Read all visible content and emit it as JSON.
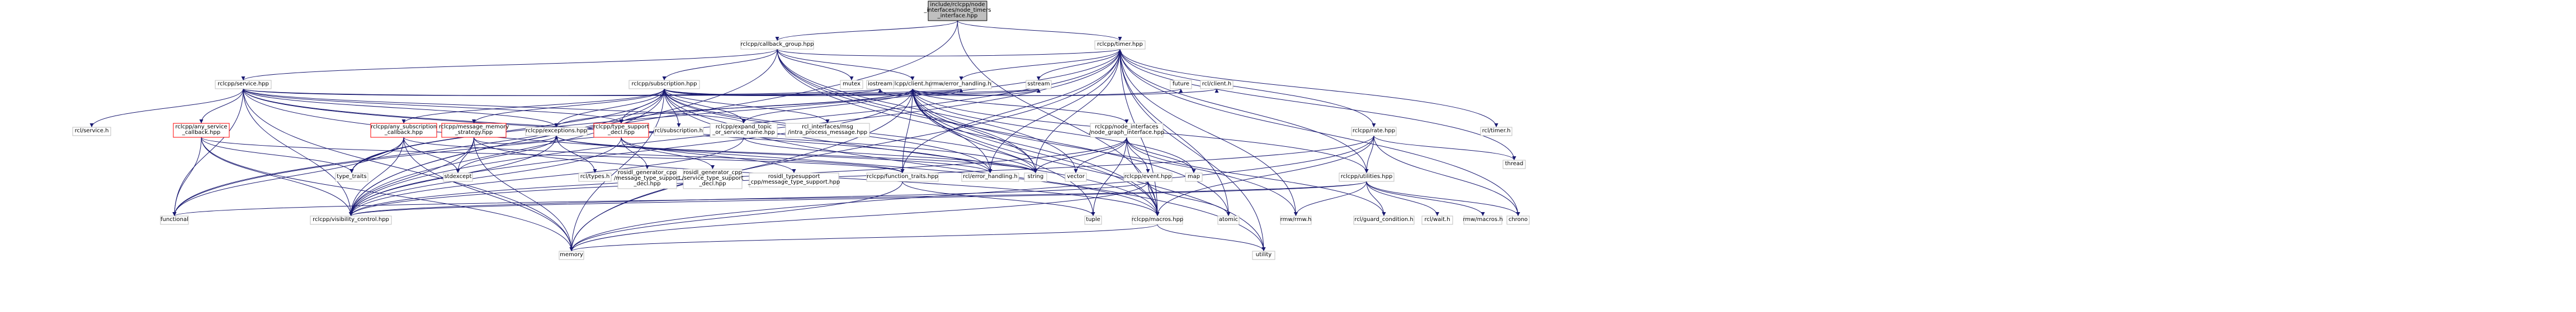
{
  "colors": {
    "node_fill": "#ffffff",
    "node_border": "#bfbfbf",
    "root_fill": "#bfbfbf",
    "root_border": "#000000",
    "link_border": "#ff0000",
    "edge": "#191970",
    "text": "#000000"
  },
  "nodes": [
    {
      "id": "root",
      "label": [
        "include/rclcpp/node",
        "_interfaces/node_timers",
        "_interface.hpp"
      ],
      "style": "root"
    },
    {
      "id": "callback_group",
      "label": [
        "rclcpp/callback_group.hpp"
      ],
      "style": "plain"
    },
    {
      "id": "timer",
      "label": [
        "rclcpp/timer.hpp"
      ],
      "style": "plain"
    },
    {
      "id": "service",
      "label": [
        "rclcpp/service.hpp"
      ],
      "style": "plain"
    },
    {
      "id": "subscription",
      "label": [
        "rclcpp/subscription.hpp"
      ],
      "style": "plain"
    },
    {
      "id": "client",
      "label": [
        "rclcpp/client.hpp"
      ],
      "style": "plain"
    },
    {
      "id": "mutex",
      "label": [
        "mutex"
      ],
      "style": "plain"
    },
    {
      "id": "rcl_service",
      "label": [
        "rcl/service.h"
      ],
      "style": "plain"
    },
    {
      "id": "any_service_callback",
      "label": [
        "rclcpp/any_service",
        "_callback.hpp"
      ],
      "style": "link"
    },
    {
      "id": "any_subscription_callback",
      "label": [
        "rclcpp/any_subscription",
        "_callback.hpp"
      ],
      "style": "link"
    },
    {
      "id": "message_memory_strategy",
      "label": [
        "rclcpp/message_memory",
        "_strategy.hpp"
      ],
      "style": "link"
    },
    {
      "id": "exceptions",
      "label": [
        "rclcpp/exceptions.hpp"
      ],
      "style": "plain"
    },
    {
      "id": "type_support_decl",
      "label": [
        "rclcpp/type_support",
        "_decl.hpp"
      ],
      "style": "link"
    },
    {
      "id": "rcl_subscription",
      "label": [
        "rcl/subscription.h"
      ],
      "style": "plain"
    },
    {
      "id": "expand_topic",
      "label": [
        "rclcpp/expand_topic",
        "_or_service_name.hpp"
      ],
      "style": "plain"
    },
    {
      "id": "intra_process_message",
      "label": [
        "rcl_interfaces/msg",
        "/intra_process_message.hpp"
      ],
      "style": "plain"
    },
    {
      "id": "iostream",
      "label": [
        "iostream"
      ],
      "style": "plain"
    },
    {
      "id": "rmw_error_handling",
      "label": [
        "rmw/error_handling.h"
      ],
      "style": "plain"
    },
    {
      "id": "sstream",
      "label": [
        "sstream"
      ],
      "style": "plain"
    },
    {
      "id": "node_graph_interface",
      "label": [
        "rclcpp/node_interfaces",
        "/node_graph_interface.hpp"
      ],
      "style": "plain"
    },
    {
      "id": "future",
      "label": [
        "future"
      ],
      "style": "plain"
    },
    {
      "id": "rcl_client",
      "label": [
        "rcl/client.h"
      ],
      "style": "plain"
    },
    {
      "id": "rate",
      "label": [
        "rclcpp/rate.hpp"
      ],
      "style": "plain"
    },
    {
      "id": "rcl_timer",
      "label": [
        "rcl/timer.h"
      ],
      "style": "plain"
    },
    {
      "id": "thread",
      "label": [
        "thread"
      ],
      "style": "plain"
    },
    {
      "id": "rcl_types",
      "label": [
        "rcl/types.h"
      ],
      "style": "plain"
    },
    {
      "id": "rosidl_gen_msg",
      "label": [
        "rosidl_generator_cpp",
        "/message_type_support",
        "_decl.hpp"
      ],
      "style": "plain"
    },
    {
      "id": "rosidl_gen_srv",
      "label": [
        "rosidl_generator_cpp",
        "/service_type_support",
        "_decl.hpp"
      ],
      "style": "plain"
    },
    {
      "id": "rosidl_typesupport",
      "label": [
        "rosidl_typesupport",
        "_cpp/message_type_support.hpp"
      ],
      "style": "plain"
    },
    {
      "id": "function_traits",
      "label": [
        "rclcpp/function_traits.hpp"
      ],
      "style": "plain"
    },
    {
      "id": "rcl_error_handling",
      "label": [
        "rcl/error_handling.h"
      ],
      "style": "plain"
    },
    {
      "id": "string",
      "label": [
        "string"
      ],
      "style": "plain"
    },
    {
      "id": "type_traits",
      "label": [
        "type_traits"
      ],
      "style": "plain"
    },
    {
      "id": "stdexcept",
      "label": [
        "stdexcept"
      ],
      "style": "plain"
    },
    {
      "id": "event",
      "label": [
        "rclcpp/event.hpp"
      ],
      "style": "plain"
    },
    {
      "id": "vector",
      "label": [
        "vector"
      ],
      "style": "plain"
    },
    {
      "id": "map",
      "label": [
        "map"
      ],
      "style": "plain"
    },
    {
      "id": "utilities",
      "label": [
        "rclcpp/utilities.hpp"
      ],
      "style": "plain"
    },
    {
      "id": "functional",
      "label": [
        "functional"
      ],
      "style": "plain"
    },
    {
      "id": "visibility_control",
      "label": [
        "rclcpp/visibility_control.hpp"
      ],
      "style": "plain"
    },
    {
      "id": "tuple",
      "label": [
        "tuple"
      ],
      "style": "plain"
    },
    {
      "id": "macros",
      "label": [
        "rclcpp/macros.hpp"
      ],
      "style": "plain"
    },
    {
      "id": "atomic",
      "label": [
        "atomic"
      ],
      "style": "plain"
    },
    {
      "id": "rmw_rmw",
      "label": [
        "rmw/rmw.h"
      ],
      "style": "plain"
    },
    {
      "id": "guard_condition",
      "label": [
        "rcl/guard_condition.h"
      ],
      "style": "plain"
    },
    {
      "id": "rcl_wait",
      "label": [
        "rcl/wait.h"
      ],
      "style": "plain"
    },
    {
      "id": "rmw_macros",
      "label": [
        "rmw/macros.h"
      ],
      "style": "plain"
    },
    {
      "id": "chrono",
      "label": [
        "chrono"
      ],
      "style": "plain"
    },
    {
      "id": "memory",
      "label": [
        "memory"
      ],
      "style": "plain"
    },
    {
      "id": "utility",
      "label": [
        "utility"
      ],
      "style": "plain"
    }
  ],
  "edges": [
    [
      "root",
      "callback_group"
    ],
    [
      "root",
      "timer"
    ],
    [
      "root",
      "visibility_control"
    ],
    [
      "root",
      "macros"
    ],
    [
      "callback_group",
      "service"
    ],
    [
      "callback_group",
      "subscription"
    ],
    [
      "callback_group",
      "client"
    ],
    [
      "callback_group",
      "timer"
    ],
    [
      "callback_group",
      "mutex"
    ],
    [
      "callback_group",
      "string"
    ],
    [
      "callback_group",
      "vector"
    ],
    [
      "callback_group",
      "atomic"
    ],
    [
      "callback_group",
      "macros"
    ],
    [
      "callback_group",
      "visibility_control"
    ],
    [
      "service",
      "rcl_service"
    ],
    [
      "service",
      "any_service_callback"
    ],
    [
      "service",
      "exceptions"
    ],
    [
      "service",
      "iostream"
    ],
    [
      "service",
      "sstream"
    ],
    [
      "service",
      "rmw_error_handling"
    ],
    [
      "service",
      "string"
    ],
    [
      "service",
      "functional"
    ],
    [
      "service",
      "memory"
    ],
    [
      "service",
      "macros"
    ],
    [
      "service",
      "type_support_decl"
    ],
    [
      "service",
      "expand_topic"
    ],
    [
      "service",
      "visibility_control"
    ],
    [
      "service",
      "rcl_error_handling"
    ],
    [
      "any_service_callback",
      "function_traits"
    ],
    [
      "any_service_callback",
      "functional"
    ],
    [
      "any_service_callback",
      "memory"
    ],
    [
      "any_service_callback",
      "type_traits"
    ],
    [
      "any_service_callback",
      "visibility_control"
    ],
    [
      "subscription",
      "any_subscription_callback"
    ],
    [
      "subscription",
      "message_memory_strategy"
    ],
    [
      "subscription",
      "exceptions"
    ],
    [
      "subscription",
      "type_support_decl"
    ],
    [
      "subscription",
      "rcl_subscription"
    ],
    [
      "subscription",
      "expand_topic"
    ],
    [
      "subscription",
      "intra_process_message"
    ],
    [
      "subscription",
      "iostream"
    ],
    [
      "subscription",
      "rmw_error_handling"
    ],
    [
      "subscription",
      "sstream"
    ],
    [
      "subscription",
      "functional"
    ],
    [
      "subscription",
      "memory"
    ],
    [
      "subscription",
      "string"
    ],
    [
      "subscription",
      "utility"
    ],
    [
      "subscription",
      "macros"
    ],
    [
      "subscription",
      "visibility_control"
    ],
    [
      "subscription",
      "rcl_error_handling"
    ],
    [
      "subscription",
      "type_traits"
    ],
    [
      "any_subscription_callback",
      "function_traits"
    ],
    [
      "any_subscription_callback",
      "functional"
    ],
    [
      "any_subscription_callback",
      "memory"
    ],
    [
      "any_subscription_callback",
      "stdexcept"
    ],
    [
      "any_subscription_callback",
      "type_traits"
    ],
    [
      "any_subscription_callback",
      "visibility_control"
    ],
    [
      "message_memory_strategy",
      "exceptions"
    ],
    [
      "message_memory_strategy",
      "macros"
    ],
    [
      "message_memory_strategy",
      "memory"
    ],
    [
      "message_memory_strategy",
      "visibility_control"
    ],
    [
      "message_memory_strategy",
      "stdexcept"
    ],
    [
      "exceptions",
      "rcl_types"
    ],
    [
      "exceptions",
      "rcl_error_handling"
    ],
    [
      "exceptions",
      "stdexcept"
    ],
    [
      "exceptions",
      "string"
    ],
    [
      "exceptions",
      "visibility_control"
    ],
    [
      "type_support_decl",
      "rosidl_gen_msg"
    ],
    [
      "type_support_decl",
      "rosidl_gen_srv"
    ],
    [
      "type_support_decl",
      "rosidl_typesupport"
    ],
    [
      "type_support_decl",
      "visibility_control"
    ],
    [
      "expand_topic",
      "string"
    ],
    [
      "expand_topic",
      "visibility_control"
    ],
    [
      "client",
      "node_graph_interface"
    ],
    [
      "client",
      "future"
    ],
    [
      "client",
      "rcl_client"
    ],
    [
      "client",
      "exceptions"
    ],
    [
      "client",
      "function_traits"
    ],
    [
      "client",
      "expand_topic"
    ],
    [
      "client",
      "utilities"
    ],
    [
      "client",
      "iostream"
    ],
    [
      "client",
      "sstream"
    ],
    [
      "client",
      "rmw_error_handling"
    ],
    [
      "client",
      "rcl_error_handling"
    ],
    [
      "client",
      "map"
    ],
    [
      "client",
      "memory"
    ],
    [
      "client",
      "string"
    ],
    [
      "client",
      "tuple"
    ],
    [
      "client",
      "utility"
    ],
    [
      "client",
      "macros"
    ],
    [
      "client",
      "visibility_control"
    ],
    [
      "client",
      "rmw_rmw"
    ],
    [
      "client",
      "type_support_decl"
    ],
    [
      "node_graph_interface",
      "event"
    ],
    [
      "node_graph_interface",
      "vector"
    ],
    [
      "node_graph_interface",
      "map"
    ],
    [
      "node_graph_interface",
      "string"
    ],
    [
      "node_graph_interface",
      "tuple"
    ],
    [
      "node_graph_interface",
      "macros"
    ],
    [
      "node_graph_interface",
      "visibility_control"
    ],
    [
      "node_graph_interface",
      "guard_condition"
    ],
    [
      "event",
      "atomic"
    ],
    [
      "event",
      "memory"
    ],
    [
      "event",
      "macros"
    ],
    [
      "event",
      "visibility_control"
    ],
    [
      "timer",
      "rate"
    ],
    [
      "timer",
      "utilities"
    ],
    [
      "timer",
      "rcl_timer"
    ],
    [
      "timer",
      "thread"
    ],
    [
      "timer",
      "chrono"
    ],
    [
      "timer",
      "sstream"
    ],
    [
      "timer",
      "rmw_error_handling"
    ],
    [
      "timer",
      "rcl_error_handling"
    ],
    [
      "timer",
      "rmw_rmw"
    ],
    [
      "timer",
      "function_traits"
    ],
    [
      "timer",
      "functional"
    ],
    [
      "timer",
      "memory"
    ],
    [
      "timer",
      "type_traits"
    ],
    [
      "timer",
      "utility"
    ],
    [
      "timer",
      "macros"
    ],
    [
      "timer",
      "visibility_control"
    ],
    [
      "timer",
      "atomic"
    ],
    [
      "timer",
      "string"
    ],
    [
      "rate",
      "chrono"
    ],
    [
      "rate",
      "memory"
    ],
    [
      "rate",
      "thread"
    ],
    [
      "rate",
      "macros"
    ],
    [
      "rate",
      "utilities"
    ],
    [
      "rate",
      "visibility_control"
    ],
    [
      "utilities",
      "chrono"
    ],
    [
      "utilities",
      "functional"
    ],
    [
      "utilities",
      "visibility_control"
    ],
    [
      "utilities",
      "guard_condition"
    ],
    [
      "utilities",
      "rcl_wait"
    ],
    [
      "utilities",
      "rmw_macros"
    ],
    [
      "utilities",
      "rmw_rmw"
    ],
    [
      "function_traits",
      "memory"
    ],
    [
      "function_traits",
      "tuple"
    ],
    [
      "macros",
      "memory"
    ],
    [
      "macros",
      "utility"
    ]
  ]
}
